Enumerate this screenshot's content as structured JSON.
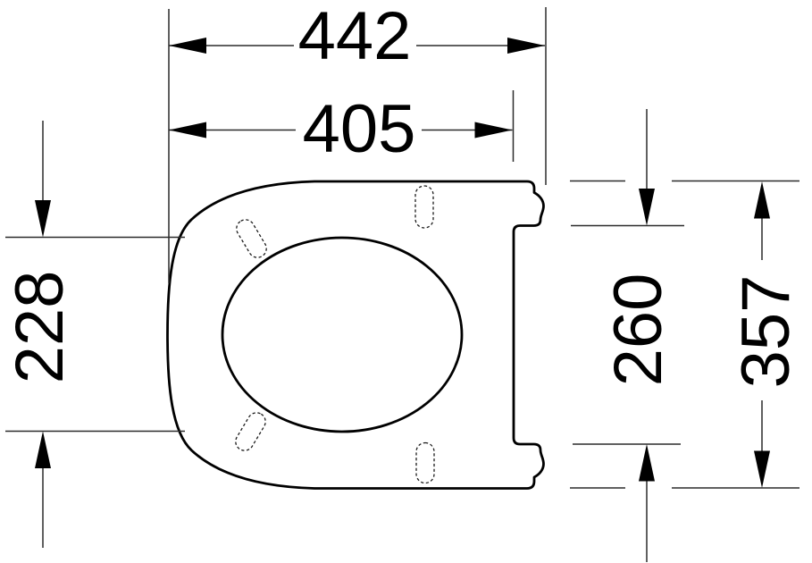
{
  "colors": {
    "background": "#ffffff",
    "lines": "#000000"
  },
  "dimensions": {
    "overall_width": "442",
    "seat_width_to_hinge_edge": "405",
    "opening_depth": "228",
    "hinge_edge_length": "260",
    "overall_depth": "357"
  }
}
